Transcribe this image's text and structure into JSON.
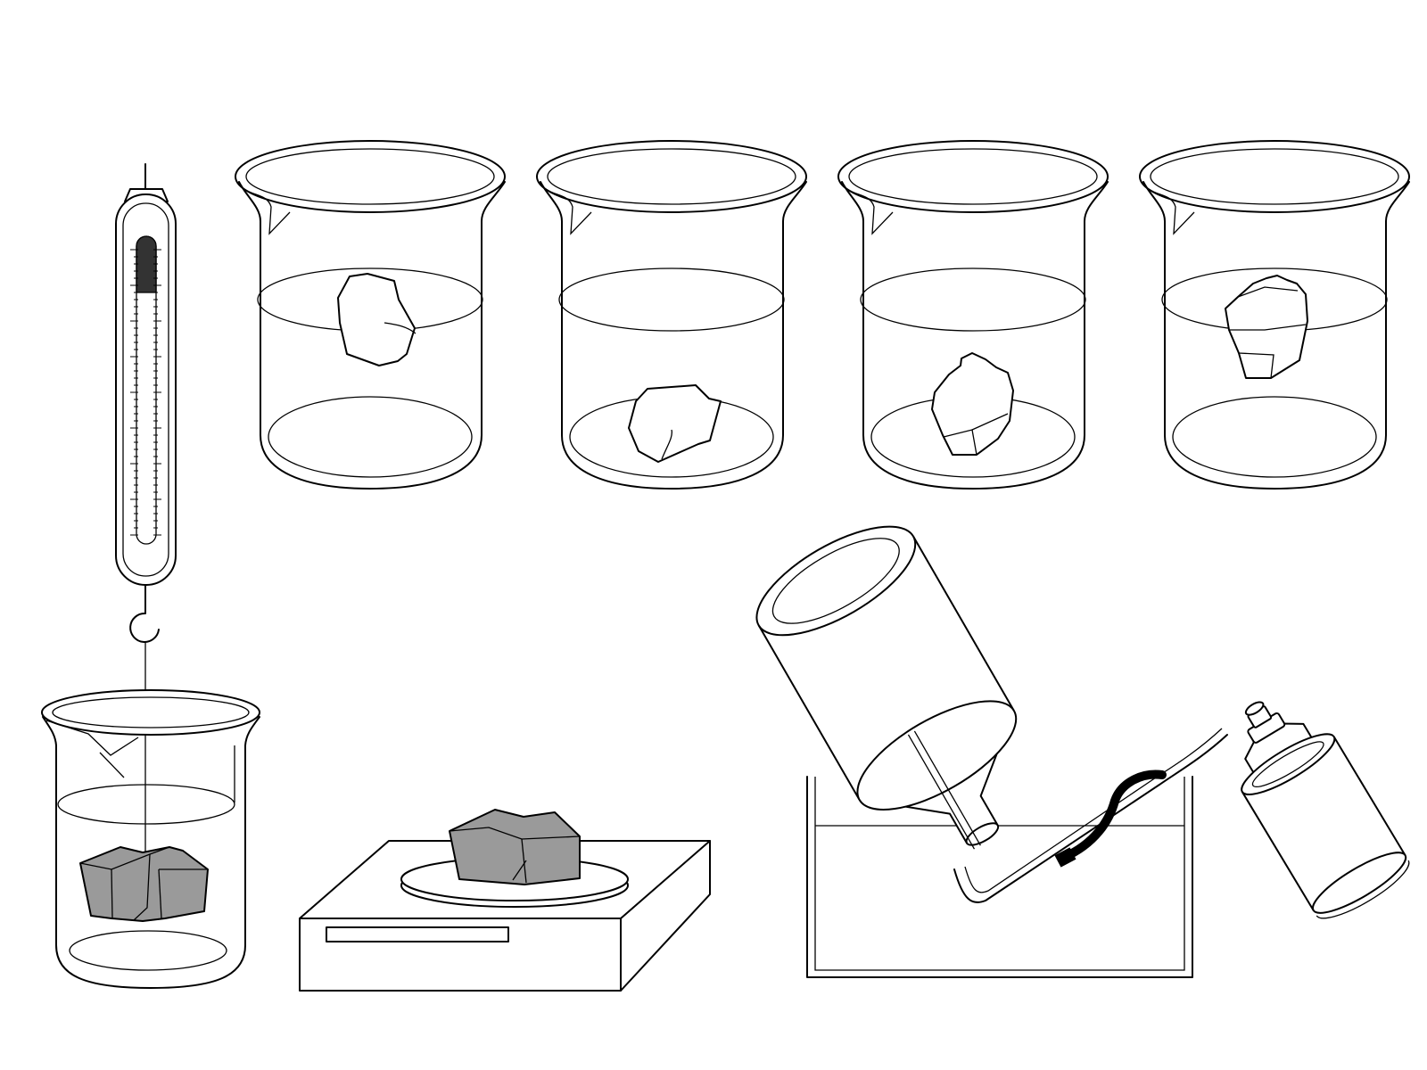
{
  "figure": {
    "elements": [
      "spring-scale",
      "beaker-floating-rock",
      "beaker-sunken-rock",
      "beaker-sunken-rock-2",
      "beaker-suspended-rock",
      "beaker-rock-on-string",
      "electronic-balance",
      "water-trough-gas-collection",
      "aerosol-gas-can"
    ],
    "colors": {
      "line": "#000000",
      "rock_fill": "#9a9a9a",
      "gauge_fill": "#333333",
      "tube_sleeve": "#000000",
      "background": "#ffffff"
    }
  }
}
